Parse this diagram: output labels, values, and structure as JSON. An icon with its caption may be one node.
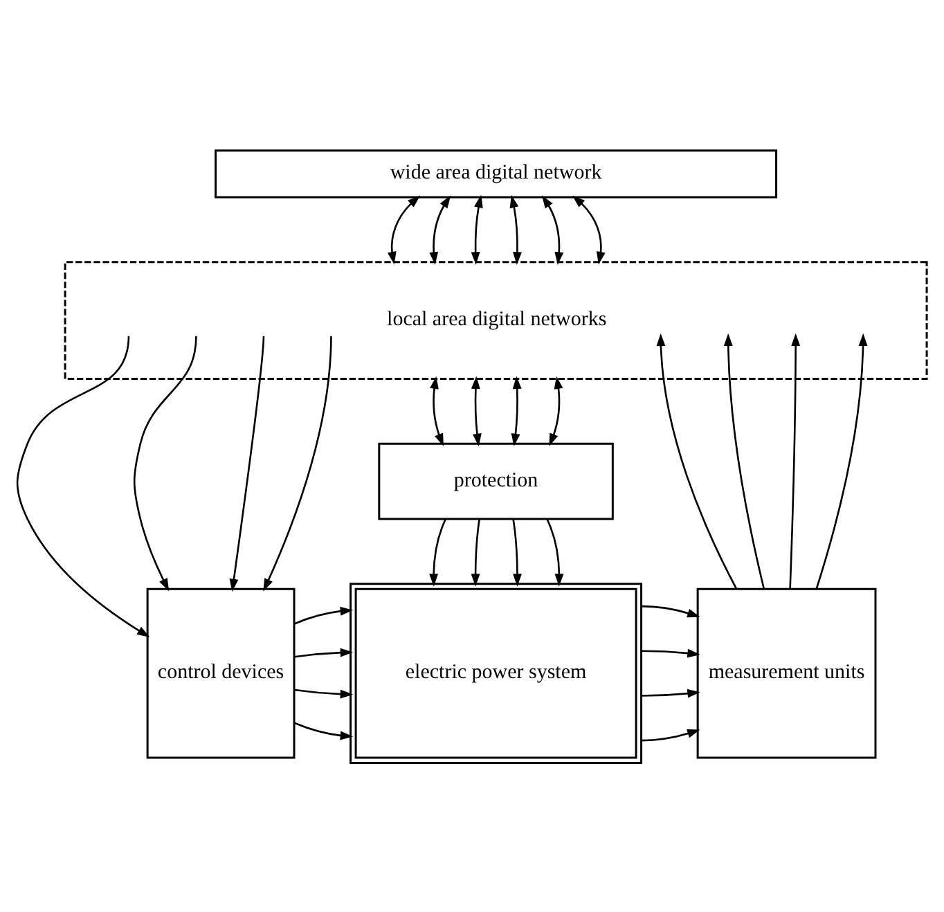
{
  "diagram": {
    "nodes": [
      {
        "text": [
          "wide area digital network"
        ]
      },
      {
        "text": [
          "local area digital networks"
        ]
      },
      {
        "text": [
          "protection"
        ]
      },
      {
        "text": [
          "control devices"
        ]
      },
      {
        "text": [
          "electric power system"
        ]
      },
      {
        "text": [
          "measurement units"
        ]
      }
    ],
    "edges": [
      {
        "from": 0,
        "to": 1,
        "arrow": "both"
      },
      {
        "from": 0,
        "to": 1,
        "arrow": "both"
      },
      {
        "from": 0,
        "to": 1,
        "arrow": "both"
      },
      {
        "from": 0,
        "to": 1,
        "arrow": "both"
      },
      {
        "from": 0,
        "to": 1,
        "arrow": "both"
      },
      {
        "from": 0,
        "to": 1,
        "arrow": "both"
      },
      {
        "from": 1,
        "to": 2,
        "arrow": "both"
      },
      {
        "from": 1,
        "to": 2,
        "arrow": "both"
      },
      {
        "from": 1,
        "to": 2,
        "arrow": "both"
      },
      {
        "from": 1,
        "to": 2,
        "arrow": "both"
      },
      {
        "from": 1,
        "to": 3,
        "arrow": "to"
      },
      {
        "from": 1,
        "to": 3,
        "arrow": "to"
      },
      {
        "from": 1,
        "to": 3,
        "arrow": "to"
      },
      {
        "from": 1,
        "to": 3,
        "arrow": "to"
      },
      {
        "from": 5,
        "to": 1,
        "arrow": "to"
      },
      {
        "from": 5,
        "to": 1,
        "arrow": "to"
      },
      {
        "from": 5,
        "to": 1,
        "arrow": "to"
      },
      {
        "from": 5,
        "to": 1,
        "arrow": "to"
      },
      {
        "from": 2,
        "to": 4,
        "arrow": "to"
      },
      {
        "from": 2,
        "to": 4,
        "arrow": "to"
      },
      {
        "from": 2,
        "to": 4,
        "arrow": "to"
      },
      {
        "from": 2,
        "to": 4,
        "arrow": "to"
      },
      {
        "from": 3,
        "to": 4,
        "arrow": "to"
      },
      {
        "from": 3,
        "to": 4,
        "arrow": "to"
      },
      {
        "from": 3,
        "to": 4,
        "arrow": "to"
      },
      {
        "from": 3,
        "to": 4,
        "arrow": "to"
      },
      {
        "from": 4,
        "to": 5,
        "arrow": "to"
      },
      {
        "from": 4,
        "to": 5,
        "arrow": "to"
      },
      {
        "from": 4,
        "to": 5,
        "arrow": "to"
      },
      {
        "from": 4,
        "to": 5,
        "arrow": "to"
      }
    ]
  }
}
